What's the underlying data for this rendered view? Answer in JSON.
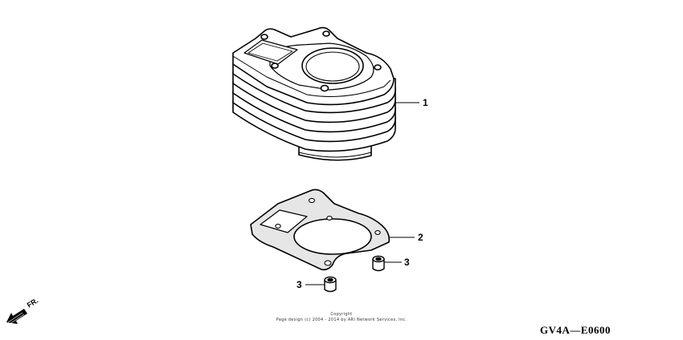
{
  "parts": [
    {
      "callout": "1",
      "description": "cylinder"
    },
    {
      "callout": "2",
      "description": "cylinder base gasket"
    },
    {
      "callout": "3",
      "description": "dowel pin"
    },
    {
      "callout": "3",
      "description": "dowel pin"
    }
  ],
  "front_indicator": "FR.",
  "copyright_line1": "Copyright",
  "copyright_line2": "Page design (c) 2004 - 2014 by ARI Network Services, Inc.",
  "diagram_code": "GV4A—E0600"
}
